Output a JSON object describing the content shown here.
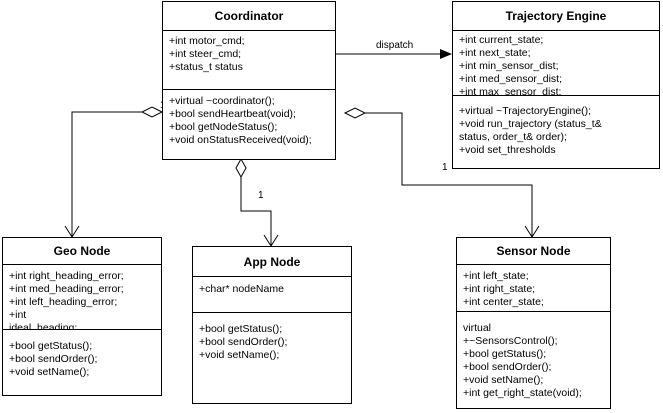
{
  "classes": {
    "coordinator": {
      "title": "Coordinator",
      "attributes": [
        "+int motor_cmd;",
        "+int steer_cmd;",
        "+status_t status"
      ],
      "methods": [
        "+virtual ~coordinator();",
        "+bool sendHeartbeat(void);",
        "+bool getNodeStatus();",
        "+void onStatusReceived(void);"
      ]
    },
    "trajectory": {
      "title": "Trajectory Engine",
      "attributes": [
        "+int current_state;",
        "+int next_state;",
        "+int min_sensor_dist;",
        "+int med_sensor_dist;",
        "+int max_sensor_dist;"
      ],
      "methods": [
        "+virtual ~TrajectoryEngine();",
        "+void run_trajectory (status_t&",
        "status, order_t& order);",
        "+void set_thresholds"
      ]
    },
    "geo": {
      "title": "Geo Node",
      "attributes": [
        "+int right_heading_error;",
        "+int med_heading_error;",
        "+int left_heading_error;",
        "+int",
        "ideal_heading;"
      ],
      "methods": [
        "+bool getStatus();",
        "+bool sendOrder();",
        "+void setName();"
      ]
    },
    "app": {
      "title": "App Node",
      "attributes": [
        "+char* nodeName"
      ],
      "methods": [
        "+bool getStatus();",
        "+bool sendOrder();",
        "+void setName();"
      ]
    },
    "sensor": {
      "title": "Sensor Node",
      "attributes": [
        "+int left_state;",
        "+int right_state;",
        "+int center_state;"
      ],
      "methods": [
        "virtual",
        "+~SensorsControl();",
        "+bool getStatus();",
        "+bool sendOrder();",
        "+void setName();",
        "+int get_right_state(void);"
      ]
    }
  },
  "relations": {
    "dispatch_label": "dispatch",
    "mult_coordinator_geo": "1",
    "mult_coordinator_app": "1",
    "mult_coordinator_sensor": "1"
  }
}
